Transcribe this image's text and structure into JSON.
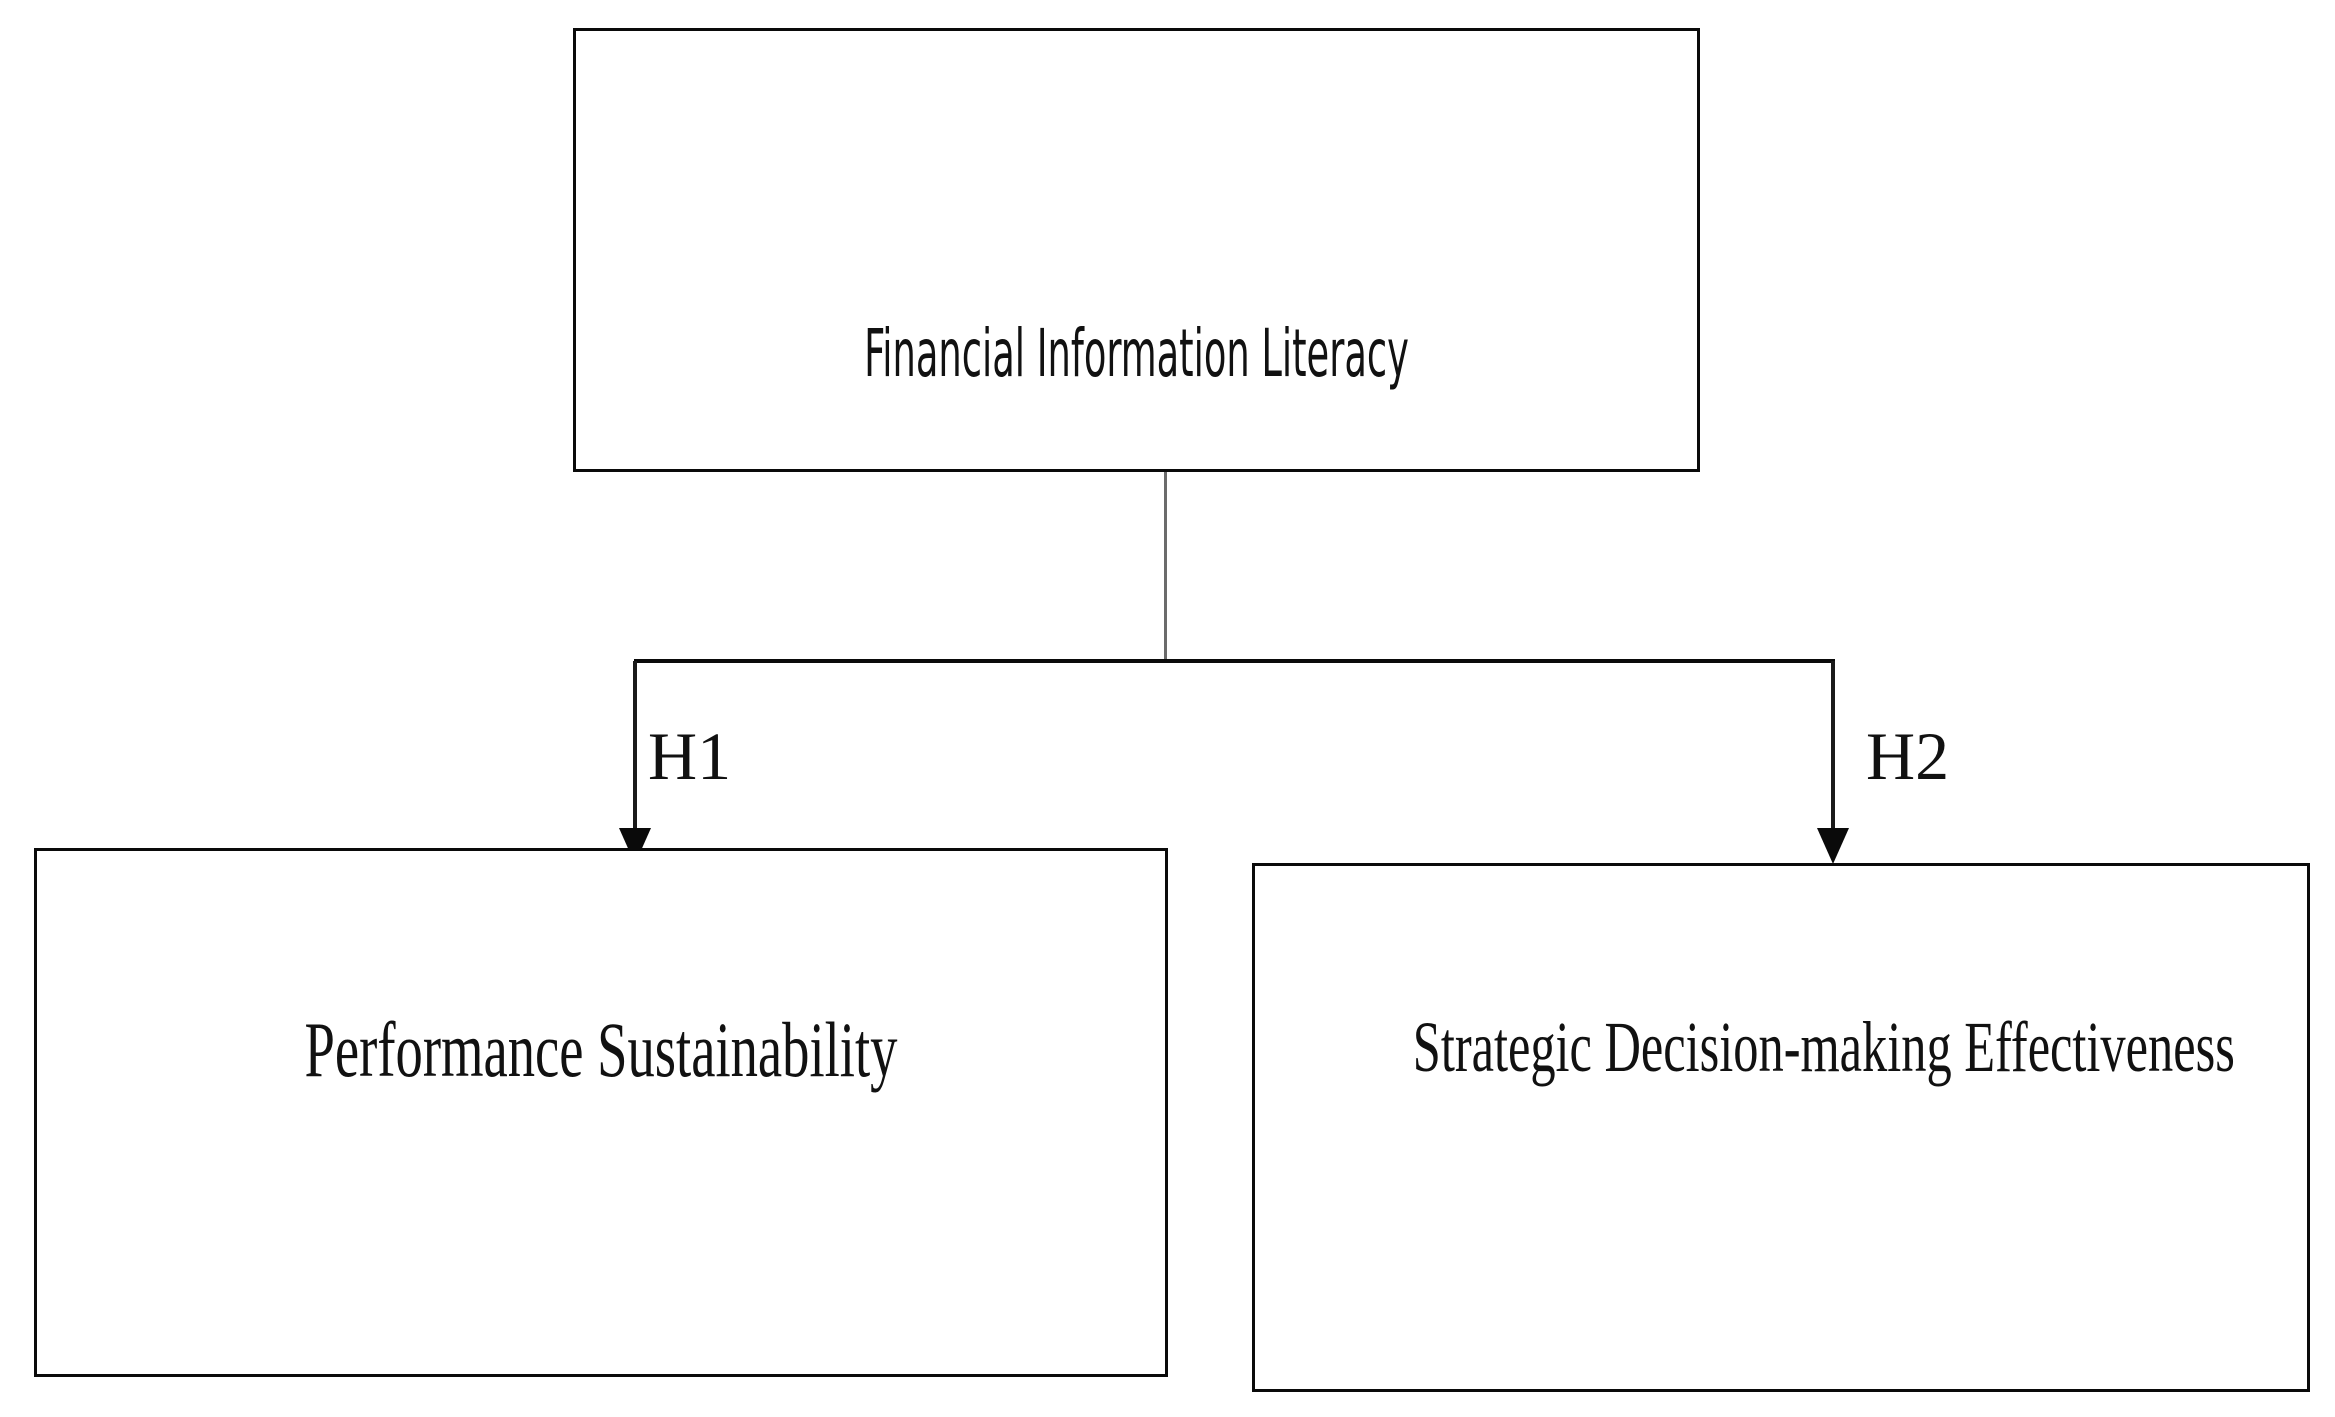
{
  "diagram": {
    "type": "conceptual-research-model",
    "background_color": "#ffffff",
    "line_color": "#0a0a0a",
    "stem_color": "#6b6b6b",
    "text_color": "#111111"
  },
  "nodes": {
    "predictor": {
      "id": "financial-information-literacy",
      "label": "Financial Information Literacy"
    },
    "outcome_left": {
      "id": "performance-sustainability",
      "label": "Performance Sustainability"
    },
    "outcome_right": {
      "id": "strategic-decision-making-effectiveness",
      "label": "Strategic Decision-making Effectiveness"
    }
  },
  "edges": [
    {
      "id": "h1",
      "label": "H1",
      "from": "Financial Information Literacy",
      "to": "Performance Sustainability"
    },
    {
      "id": "h2",
      "label": "H2",
      "from": "Financial Information Literacy",
      "to": "Strategic Decision-making Effectiveness"
    }
  ]
}
